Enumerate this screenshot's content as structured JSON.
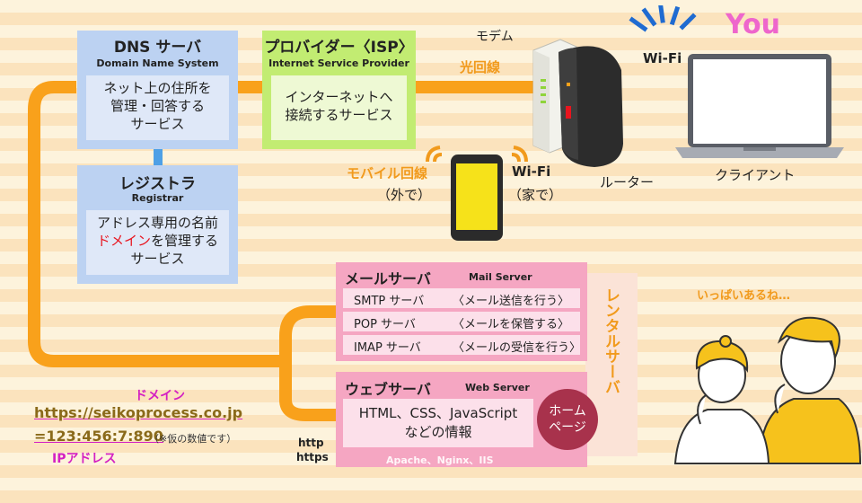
{
  "dns": {
    "title": "DNS サーバ",
    "subtitle": "Domain Name System",
    "desc1": "ネット上の住所を",
    "desc2": "管理・回答する",
    "desc3": "サービス"
  },
  "registrar": {
    "title": "レジストラ",
    "subtitle": "Registrar",
    "desc1": "アドレス専用の名前",
    "desc2_highlight": "ドメイン",
    "desc2_rest": "を管理する",
    "desc3": "サービス"
  },
  "isp": {
    "title": "プロバイダー〈ISP〉",
    "subtitle": "Internet Service Provider",
    "desc1": "インターネットへ",
    "desc2": "接続するサービス"
  },
  "labels": {
    "modem": "モデム",
    "fiber": "光回線",
    "wifi_top": "Wi-Fi",
    "you": "You",
    "client": "クライアント",
    "router": "ルーター",
    "mobile1": "モバイル回線",
    "mobile2": "（外で）",
    "wifi_home1": "Wi-Fi",
    "wifi_home2": "（家で）",
    "rental": "レンタルサーバ",
    "thinking": "いっぱいあるね…",
    "http": "http",
    "https": "https"
  },
  "mail": {
    "title": "メールサーバ",
    "subtitle": "Mail Server",
    "rows": [
      {
        "name": "SMTP サーバ",
        "desc": "〈メール送信を行う〉"
      },
      {
        "name": "POP サーバ",
        "desc": "〈メールを保管する〉"
      },
      {
        "name": "IMAP サーバ",
        "desc": "〈メールの受信を行う〉"
      }
    ]
  },
  "web": {
    "title": "ウェブサーバ",
    "subtitle": "Web Server",
    "desc1": "HTML、CSS、JavaScript",
    "desc2": "などの情報",
    "footer": "Apache、Nginx、IIS",
    "badge1": "ホーム",
    "badge2": "ページ"
  },
  "domain": {
    "label": "ドメイン",
    "url": "https://seikoprocess.co.jp",
    "ip": "=123:456:7:890",
    "note": "（※仮の数値です）",
    "ip_label": "IPアドレス"
  },
  "colors": {
    "orange": "#f19a1c",
    "you": "#ee66cc",
    "highlight": "#e8141e",
    "wifi": "#1f6bd1"
  }
}
